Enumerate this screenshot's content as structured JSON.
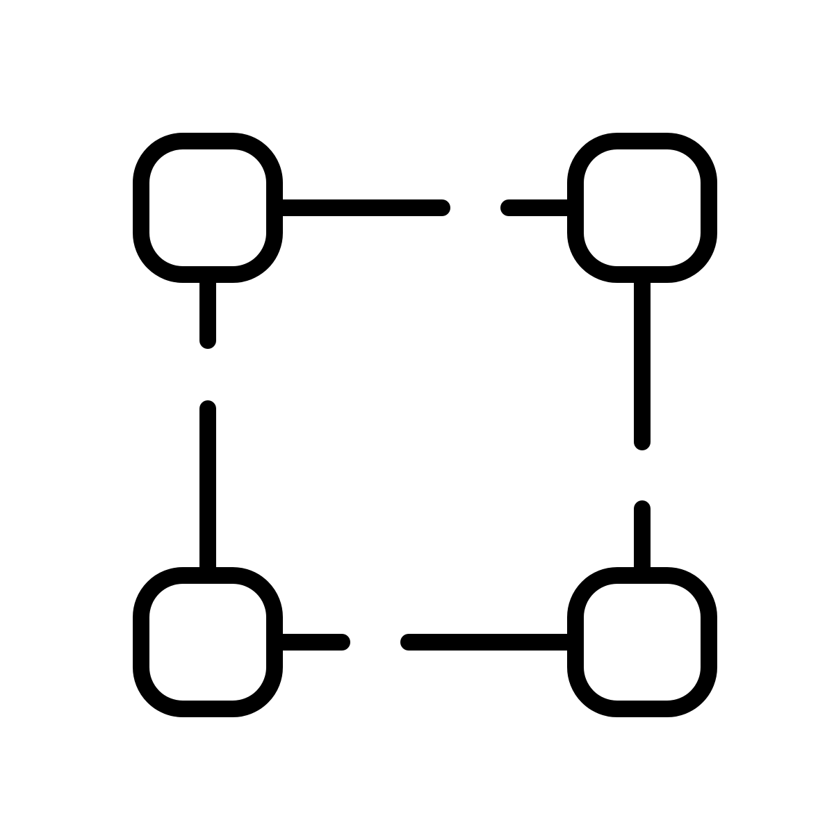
{
  "icon": {
    "name": "nodes-network-icon",
    "stroke_color": "#000000",
    "background_color": "#ffffff",
    "node_count": 4,
    "connector_count": 4,
    "nodes": [
      {
        "name": "node-top-left"
      },
      {
        "name": "node-top-right"
      },
      {
        "name": "node-bottom-left"
      },
      {
        "name": "node-bottom-right"
      }
    ],
    "connectors": [
      {
        "name": "connector-top",
        "style": "dashed-gap"
      },
      {
        "name": "connector-right",
        "style": "dashed-gap"
      },
      {
        "name": "connector-bottom",
        "style": "dashed-gap"
      },
      {
        "name": "connector-left",
        "style": "dashed-gap"
      }
    ]
  }
}
